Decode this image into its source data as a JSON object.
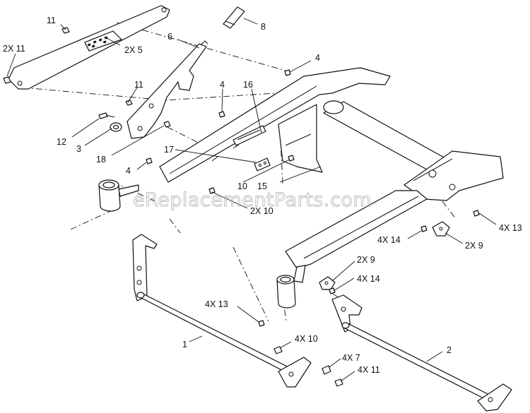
{
  "watermark": "eReplacementParts.com",
  "callouts": {
    "c1": "1",
    "c2": "2",
    "c3": "3",
    "c4a": "4",
    "c4b": "4",
    "c4c": "4",
    "c6": "6",
    "c8": "8",
    "c10": "10",
    "c11a": "11",
    "c11b": "11",
    "c12": "12",
    "c15": "15",
    "c16": "16",
    "c17": "17",
    "c18": "18",
    "c2x5": "2X 5",
    "c2x11": "2X 11",
    "c2x10": "2X 10",
    "c2x9a": "2X 9",
    "c2x9b": "2X 9",
    "c4x13a": "4X 13",
    "c4x13b": "4X 13",
    "c4x14a": "4X 14",
    "c4x14b": "4X 14",
    "c4x10": "4X 10",
    "c4x7": "4X 7",
    "c4x11": "4X 11"
  }
}
